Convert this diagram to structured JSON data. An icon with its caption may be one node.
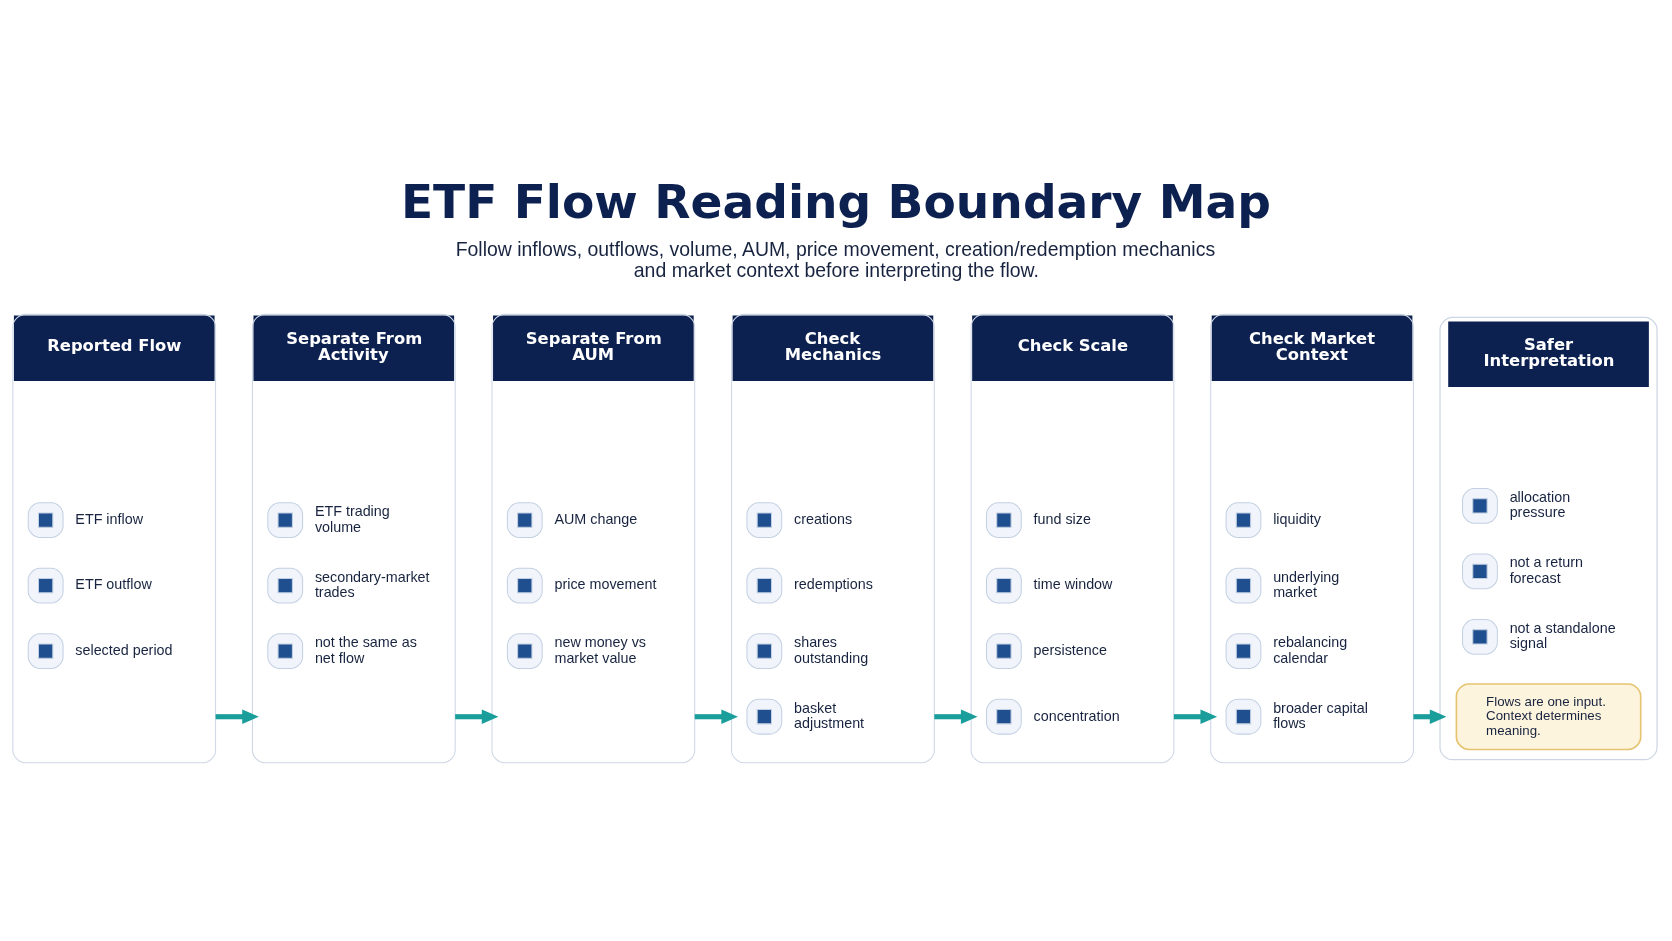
{
  "diagram": {
    "title": "ETF Flow Reading Boundary Map",
    "caption": "Follow inflows, outflows, volume, AUM, price movement, creation/redemption mechanics and market context before interpreting the flow.",
    "nodes": [
      {
        "text": [
          "Reported Flow",
          "ETF inflow",
          "ETF outflow",
          "selected period"
        ]
      },
      {
        "text": [
          "Separate From Activity",
          "ETF trading volume",
          "secondary-market trades",
          "not the same as net flow"
        ]
      },
      {
        "text": [
          "Separate From AUM",
          "AUM change",
          "price movement",
          "new money vs market value"
        ]
      },
      {
        "text": [
          "Check Mechanics",
          "creations",
          "redemptions",
          "shares outstanding",
          "basket adjustment"
        ]
      },
      {
        "text": [
          "Check Scale",
          "fund size",
          "time window",
          "persistence",
          "concentration"
        ]
      },
      {
        "text": [
          "Check Market Context",
          "liquidity",
          "underlying market",
          "rebalancing calendar",
          "broader capital flows"
        ]
      },
      {
        "text": [
          "Safer Interpretation",
          "allocation pressure",
          "not a return forecast",
          "not a standalone signal"
        ]
      },
      {
        "text": [
          "Flows are one input. Context determines meaning."
        ],
        "in": 6
      }
    ],
    "edges": [
      {
        "from": 0,
        "to": 1,
        "arrow": "to"
      },
      {
        "from": 1,
        "to": 2,
        "arrow": "to"
      },
      {
        "from": 2,
        "to": 3,
        "arrow": "to"
      },
      {
        "from": 3,
        "to": 4,
        "arrow": "to"
      },
      {
        "from": 4,
        "to": 5,
        "arrow": "to"
      },
      {
        "from": 5,
        "to": 6,
        "arrow": "to"
      }
    ]
  }
}
